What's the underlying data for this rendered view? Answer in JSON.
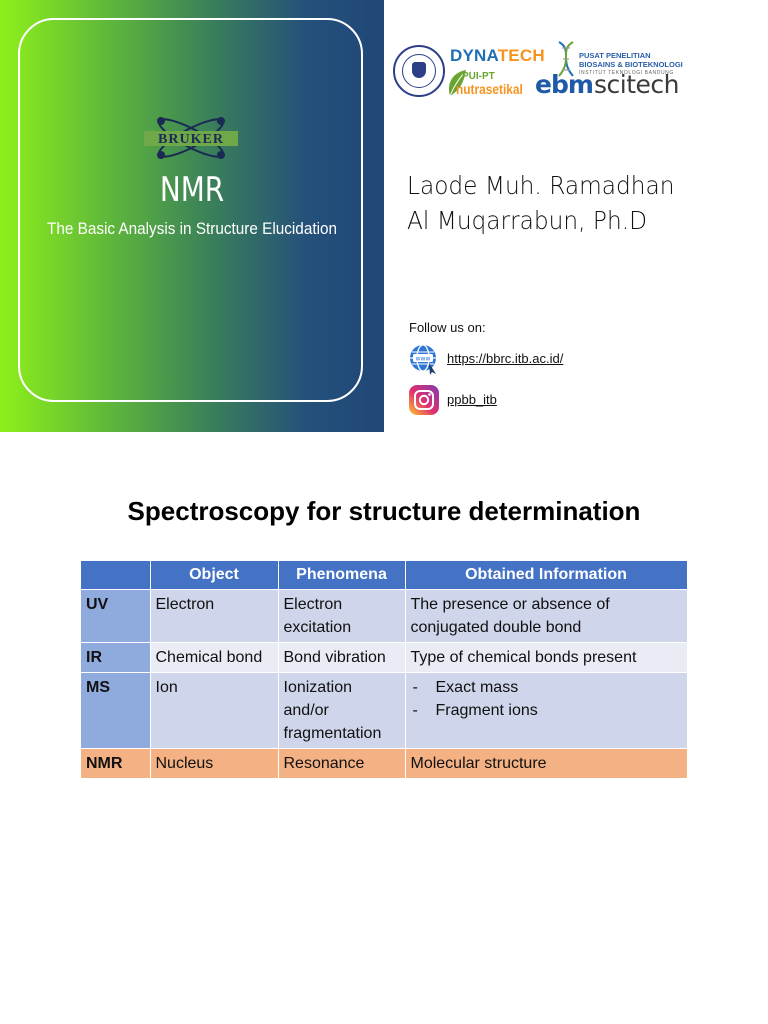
{
  "title_slide": {
    "bruker_logo_text": "BRUKER",
    "title": "NMR",
    "subtitle": "The Basic Analysis in Structure Elucidation"
  },
  "logos": {
    "dynatech_main": "DYNA",
    "dynatech_accent": "TECH",
    "pusat_line1": "PUSAT PENELITIAN",
    "pusat_line2": "BIOSAINS & BIOTEKNOLOGI",
    "pusat_line3": "INSTITUT TEKNOLOGI BANDUNG",
    "pui_label": "PUI-PT",
    "nutra_label": "nutrasetikal",
    "ebm_label": "ebm",
    "scitech_label": "scitech"
  },
  "author": {
    "line1": "Laode Muh. Ramadhan",
    "line2": "Al Muqarrabun, Ph.D"
  },
  "follow": {
    "label": "Follow us on:",
    "website": "https://bbrc.itb.ac.id/",
    "instagram": "ppbb_itb"
  },
  "section_heading": "Spectroscopy for structure determination",
  "table": {
    "headers": [
      "",
      "Object",
      "Phenomena",
      "Obtained Information"
    ],
    "rows": [
      {
        "method": "UV",
        "object": "Electron",
        "phenomena": "Electron excitation",
        "info": "The presence or absence of conjugated double bond"
      },
      {
        "method": "IR",
        "object": "Chemical bond",
        "phenomena": "Bond vibration",
        "info": "Type of chemical bonds present"
      },
      {
        "method": "MS",
        "object": "Ion",
        "phenomena": "Ionization and/or fragmentation",
        "info_items": [
          "Exact mass",
          "Fragment ions"
        ]
      },
      {
        "method": "NMR",
        "object": "Nucleus",
        "phenomena": "Resonance",
        "info": "Molecular structure"
      }
    ]
  },
  "colors": {
    "header_blue": "#4472c4",
    "rowhead_blue": "#8faadc",
    "highlight_orange": "#f4b183"
  }
}
